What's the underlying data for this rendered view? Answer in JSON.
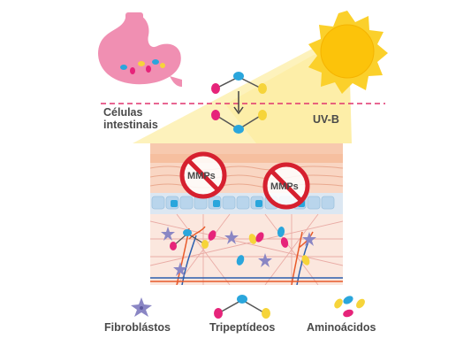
{
  "labels": {
    "cells": "Células\nintestinais",
    "uvb": "UV-B",
    "mmp_left": "MMPs",
    "mmp_right": "MMPs"
  },
  "legend": {
    "fibroblasts": "Fibroblástos",
    "tripeptides": "Tripeptídeos",
    "amino_acids": "Aminoácidos"
  },
  "colors": {
    "stomach": "#f08fb2",
    "sun": "#fbd02b",
    "sun_core": "#fcc30a",
    "dashed_line": "#e0336f",
    "uv_beam": "#fdf1b5",
    "magenta": "#e6247a",
    "cyan": "#2aa6dc",
    "yellow": "#f6d43a",
    "fibroblast": "#8a86c4",
    "no_sign": "#d6202f",
    "vessel": "#e85a2a"
  },
  "icons": [
    "stomach-icon",
    "sun-icon",
    "tripeptide-icon",
    "no-sign-icon",
    "fibroblast-icon",
    "amino-acid-icon"
  ]
}
